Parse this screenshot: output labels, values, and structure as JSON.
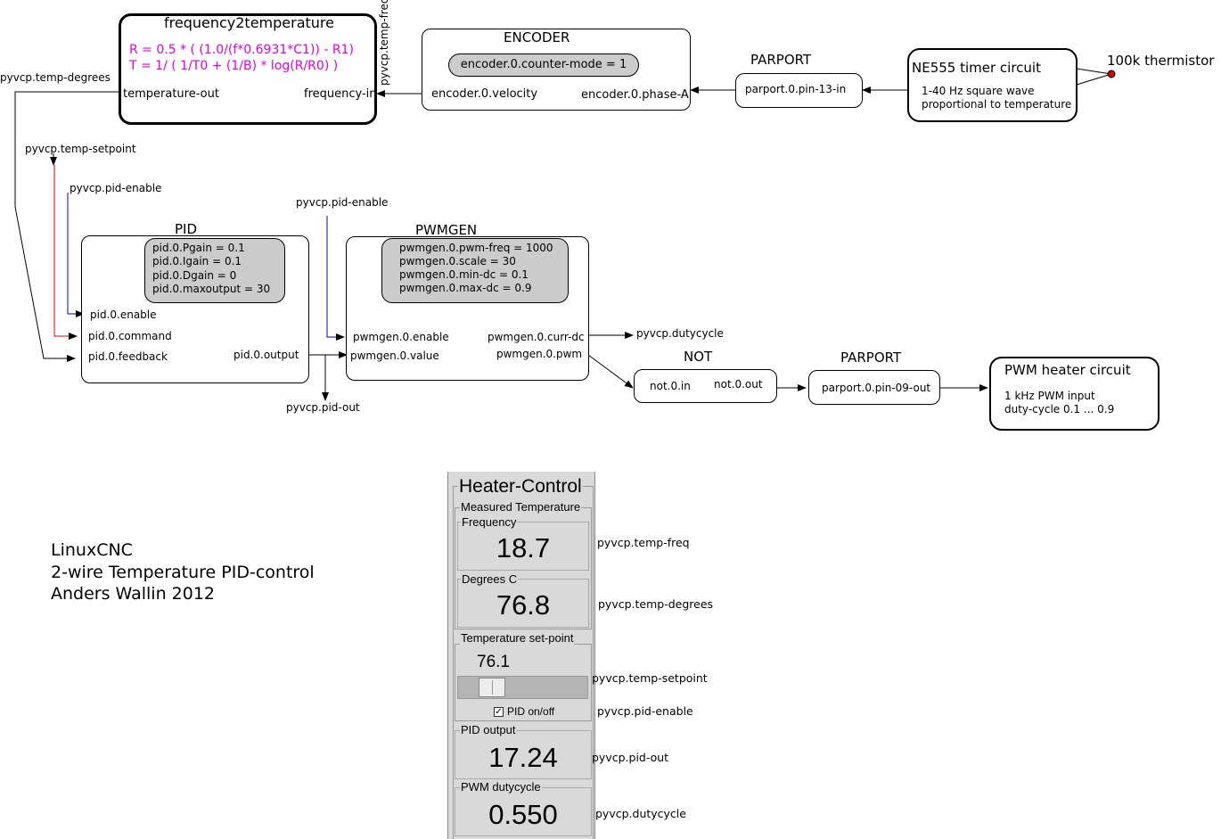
{
  "f2t": {
    "title": "frequency2temperature",
    "formula_r": "R = 0.5 * ( (1.0/(f*0.6931*C1)) - R1)",
    "formula_t": "T = 1/ ( 1/T0 + (1/B) * log(R/R0) )",
    "pin_out": "temperature-out",
    "pin_in": "frequency-in"
  },
  "encoder": {
    "title": "ENCODER",
    "param": "encoder.0.counter-mode = 1",
    "pin_velocity": "encoder.0.velocity",
    "pin_phase": "encoder.0.phase-A"
  },
  "parport_in": {
    "title": "PARPORT",
    "pin": "parport.0.pin-13-in"
  },
  "ne555": {
    "title": "NE555 timer circuit",
    "line1": "1-40 Hz square wave",
    "line2": "proportional to temperature"
  },
  "thermistor": "100k thermistor",
  "pid": {
    "title": "PID",
    "params": [
      "pid.0.Pgain  = 0.1",
      "pid.0.Igain  = 0.1",
      "pid.0.Dgain  = 0",
      "pid.0.maxoutput  = 30"
    ],
    "pin_enable": "pid.0.enable",
    "pin_command": "pid.0.command",
    "pin_feedback": "pid.0.feedback",
    "pin_output": "pid.0.output"
  },
  "pwmgen": {
    "title": "PWMGEN",
    "params": [
      "pwmgen.0.pwm-freq = 1000",
      "pwmgen.0.scale = 30",
      "pwmgen.0.min-dc = 0.1",
      "pwmgen.0.max-dc = 0.9"
    ],
    "pin_enable": "pwmgen.0.enable",
    "pin_value": "pwmgen.0.value",
    "pin_currdc": "pwmgen.0.curr-dc",
    "pin_pwm": "pwmgen.0.pwm"
  },
  "not": {
    "title": "NOT",
    "pin_in": "not.0.in",
    "pin_out": "not.0.out"
  },
  "parport_out": {
    "title": "PARPORT",
    "pin": "parport.0.pin-09-out"
  },
  "heater": {
    "title": "PWM heater circuit",
    "line1": "1 kHz PWM input",
    "line2": "duty-cycle 0.1 ... 0.9"
  },
  "signals": {
    "temp_freq": "pyvcp.temp-freq",
    "temp_degrees": "pyvcp.temp-degrees",
    "temp_setpoint": "pyvcp.temp-setpoint",
    "pid_enable": "pyvcp.pid-enable",
    "pid_out": "pyvcp.pid-out",
    "dutycycle": "pyvcp.dutycycle"
  },
  "credits": [
    "LinuxCNC",
    "2-wire Temperature PID-control",
    "Anders Wallin 2012"
  ],
  "panel": {
    "title": "Heater-Control",
    "measured_label": "Measured Temperature",
    "frequency_label": "Frequency",
    "frequency_value": "18.7",
    "degrees_label": "Degrees C",
    "degrees_value": "76.8",
    "setpoint_label": "Temperature set-point",
    "setpoint_value": "76.1",
    "setpoint_level": 0.2,
    "pid_toggle_label": "PID on/off",
    "pid_checked": true,
    "pid_output_label": "PID output",
    "pid_output_value": "17.24",
    "pwm_label": "PWM dutycycle",
    "pwm_value": "0.550"
  },
  "colors": {
    "formula": "#e000e0",
    "setpoint_wire": "#e00000",
    "enable_wire": "#0000cc",
    "thermistor_dot": "#cc0000"
  }
}
